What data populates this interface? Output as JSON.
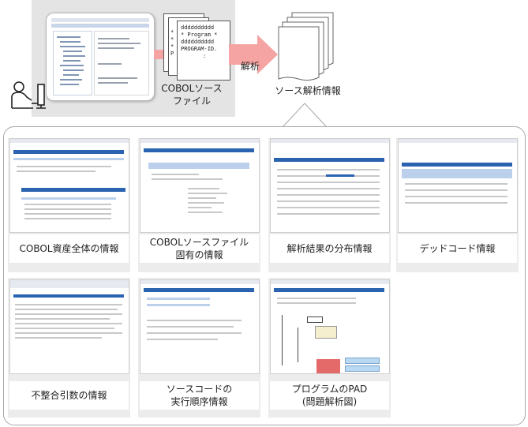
{
  "top": {
    "cobol_label_line1": "COBOLソース",
    "cobol_label_line2": "ファイル",
    "arrow_label": "解析",
    "analysis_label": "ソース解析情報",
    "code_lines": [
      "dddddddddd",
      "* Program *",
      "dddddddddd",
      "PROGRAM-ID.",
      ":"
    ],
    "back_page_prefixes": [
      "*",
      "*",
      "*",
      "P"
    ]
  },
  "cards": [
    {
      "lines": [
        "COBOL資産全体の情報"
      ]
    },
    {
      "lines": [
        "COBOLソースファイル",
        "固有の情報"
      ]
    },
    {
      "lines": [
        "解析結果の分布情報"
      ]
    },
    {
      "lines": [
        "デッドコード情報"
      ]
    },
    {
      "lines": [
        "不整合引数の情報"
      ]
    },
    {
      "lines": [
        "ソースコードの",
        "実行順序情報"
      ]
    },
    {
      "lines": [
        "プログラムのPAD",
        "(問題解析図)"
      ]
    }
  ],
  "colors": {
    "accent_arrow": "#f5a3a3",
    "accent_blue": "#2a63b0",
    "card_bg": "#ececec"
  },
  "icons": [
    "user-at-computer-icon",
    "right-arrow-icon",
    "document-stack-icon"
  ]
}
